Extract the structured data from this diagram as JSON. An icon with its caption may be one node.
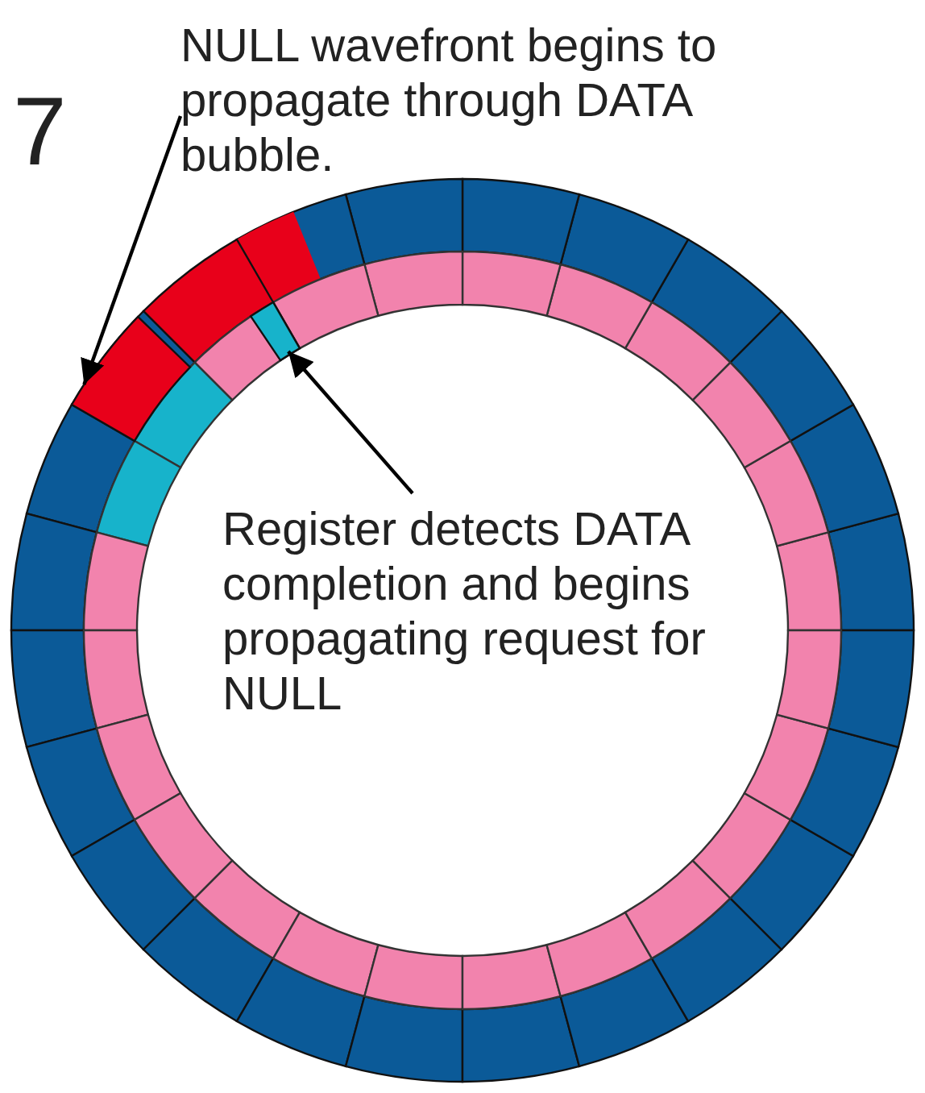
{
  "diagram": {
    "nodes": [
      {
        "text": [
          "NULL wavefront begins to propagate through DATA bubble."
        ]
      },
      {
        "text": [
          "Register detects DATA completion and begins propagating request for NULL"
        ]
      },
      {
        "text": [],
        "shape": "bar"
      },
      {
        "text": [],
        "shape": "bar"
      }
    ],
    "edges": [
      {
        "from": 0,
        "to": 2,
        "arrow": "to"
      },
      {
        "from": 1,
        "to": 3,
        "arrow": "to"
      }
    ],
    "labels": [
      "7"
    ]
  }
}
